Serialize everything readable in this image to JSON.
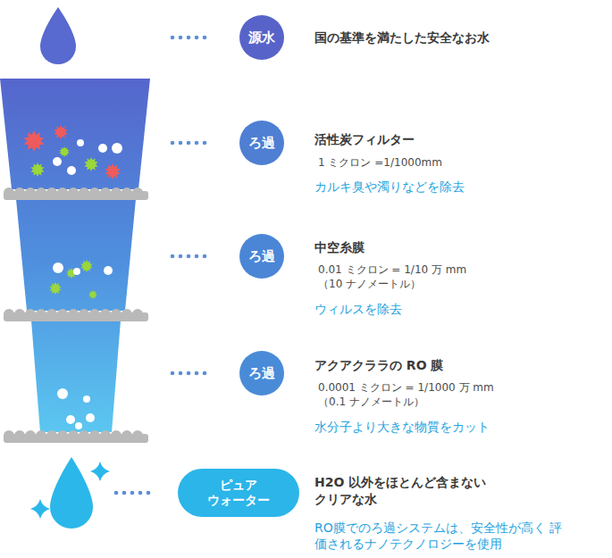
{
  "diagram": {
    "nodes": [
      {
        "text": [
          "源水"
        ]
      },
      {
        "text": [
          "ろ過"
        ]
      },
      {
        "text": [
          "ろ過"
        ]
      },
      {
        "text": [
          "ろ過"
        ]
      },
      {
        "text": [
          "ピュア ウォーター"
        ]
      }
    ],
    "labels": [
      "国の基準を満たした安全なお水",
      "活性炭フィルター",
      "1 ミクロン =1/1000mm",
      "カルキ臭や濁りなどを除去",
      "中空糸膜",
      "0.01 ミクロン = 1/10 万 mm（10 ナノメートル）",
      "ウィルスを除去",
      "アクアクララの RO 膜",
      "0.0001 ミクロン = 1/1000 万 mm（0.1 ナノメートル）",
      "水分子より大きな物質をカット",
      "H2O 以外をほとんど含まない クリアな水",
      "RO膜でのろ過システムは、安全性が高く 評価されるナノテクノロジーを使用"
    ]
  }
}
